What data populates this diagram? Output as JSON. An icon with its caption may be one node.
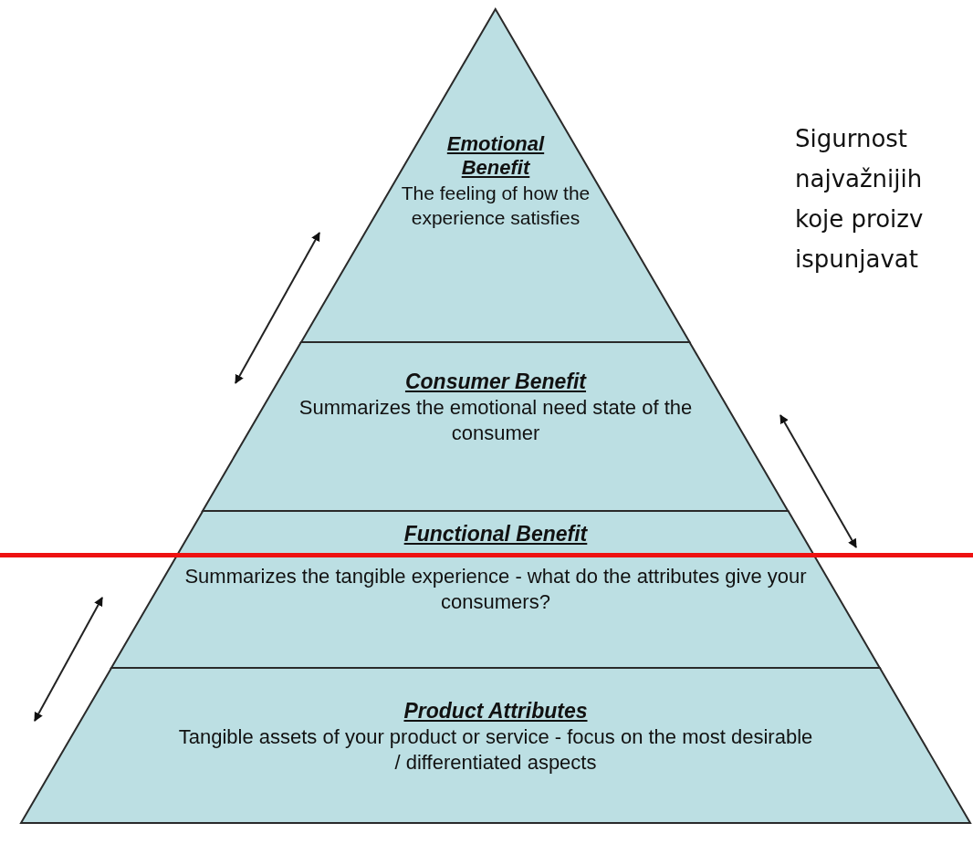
{
  "diagram": {
    "nodes": [
      {
        "text": [
          "Emotional Benefit",
          "The feeling of how the experience satisfies"
        ]
      },
      {
        "text": [
          "Consumer Benefit",
          "Summarizes the emotional need state of the consumer"
        ]
      },
      {
        "text": [
          "Functional Benefit",
          "Summarizes the tangible experience - what do the attributes give your consumers?"
        ]
      },
      {
        "text": [
          "Product Attributes",
          "Tangible assets of your product or service - focus on the most desirable / differentiated aspects"
        ]
      }
    ],
    "edges": [],
    "labels": [
      "Sigurnost",
      "najvažnijih",
      "koje proizv",
      "ispunjavat"
    ]
  }
}
